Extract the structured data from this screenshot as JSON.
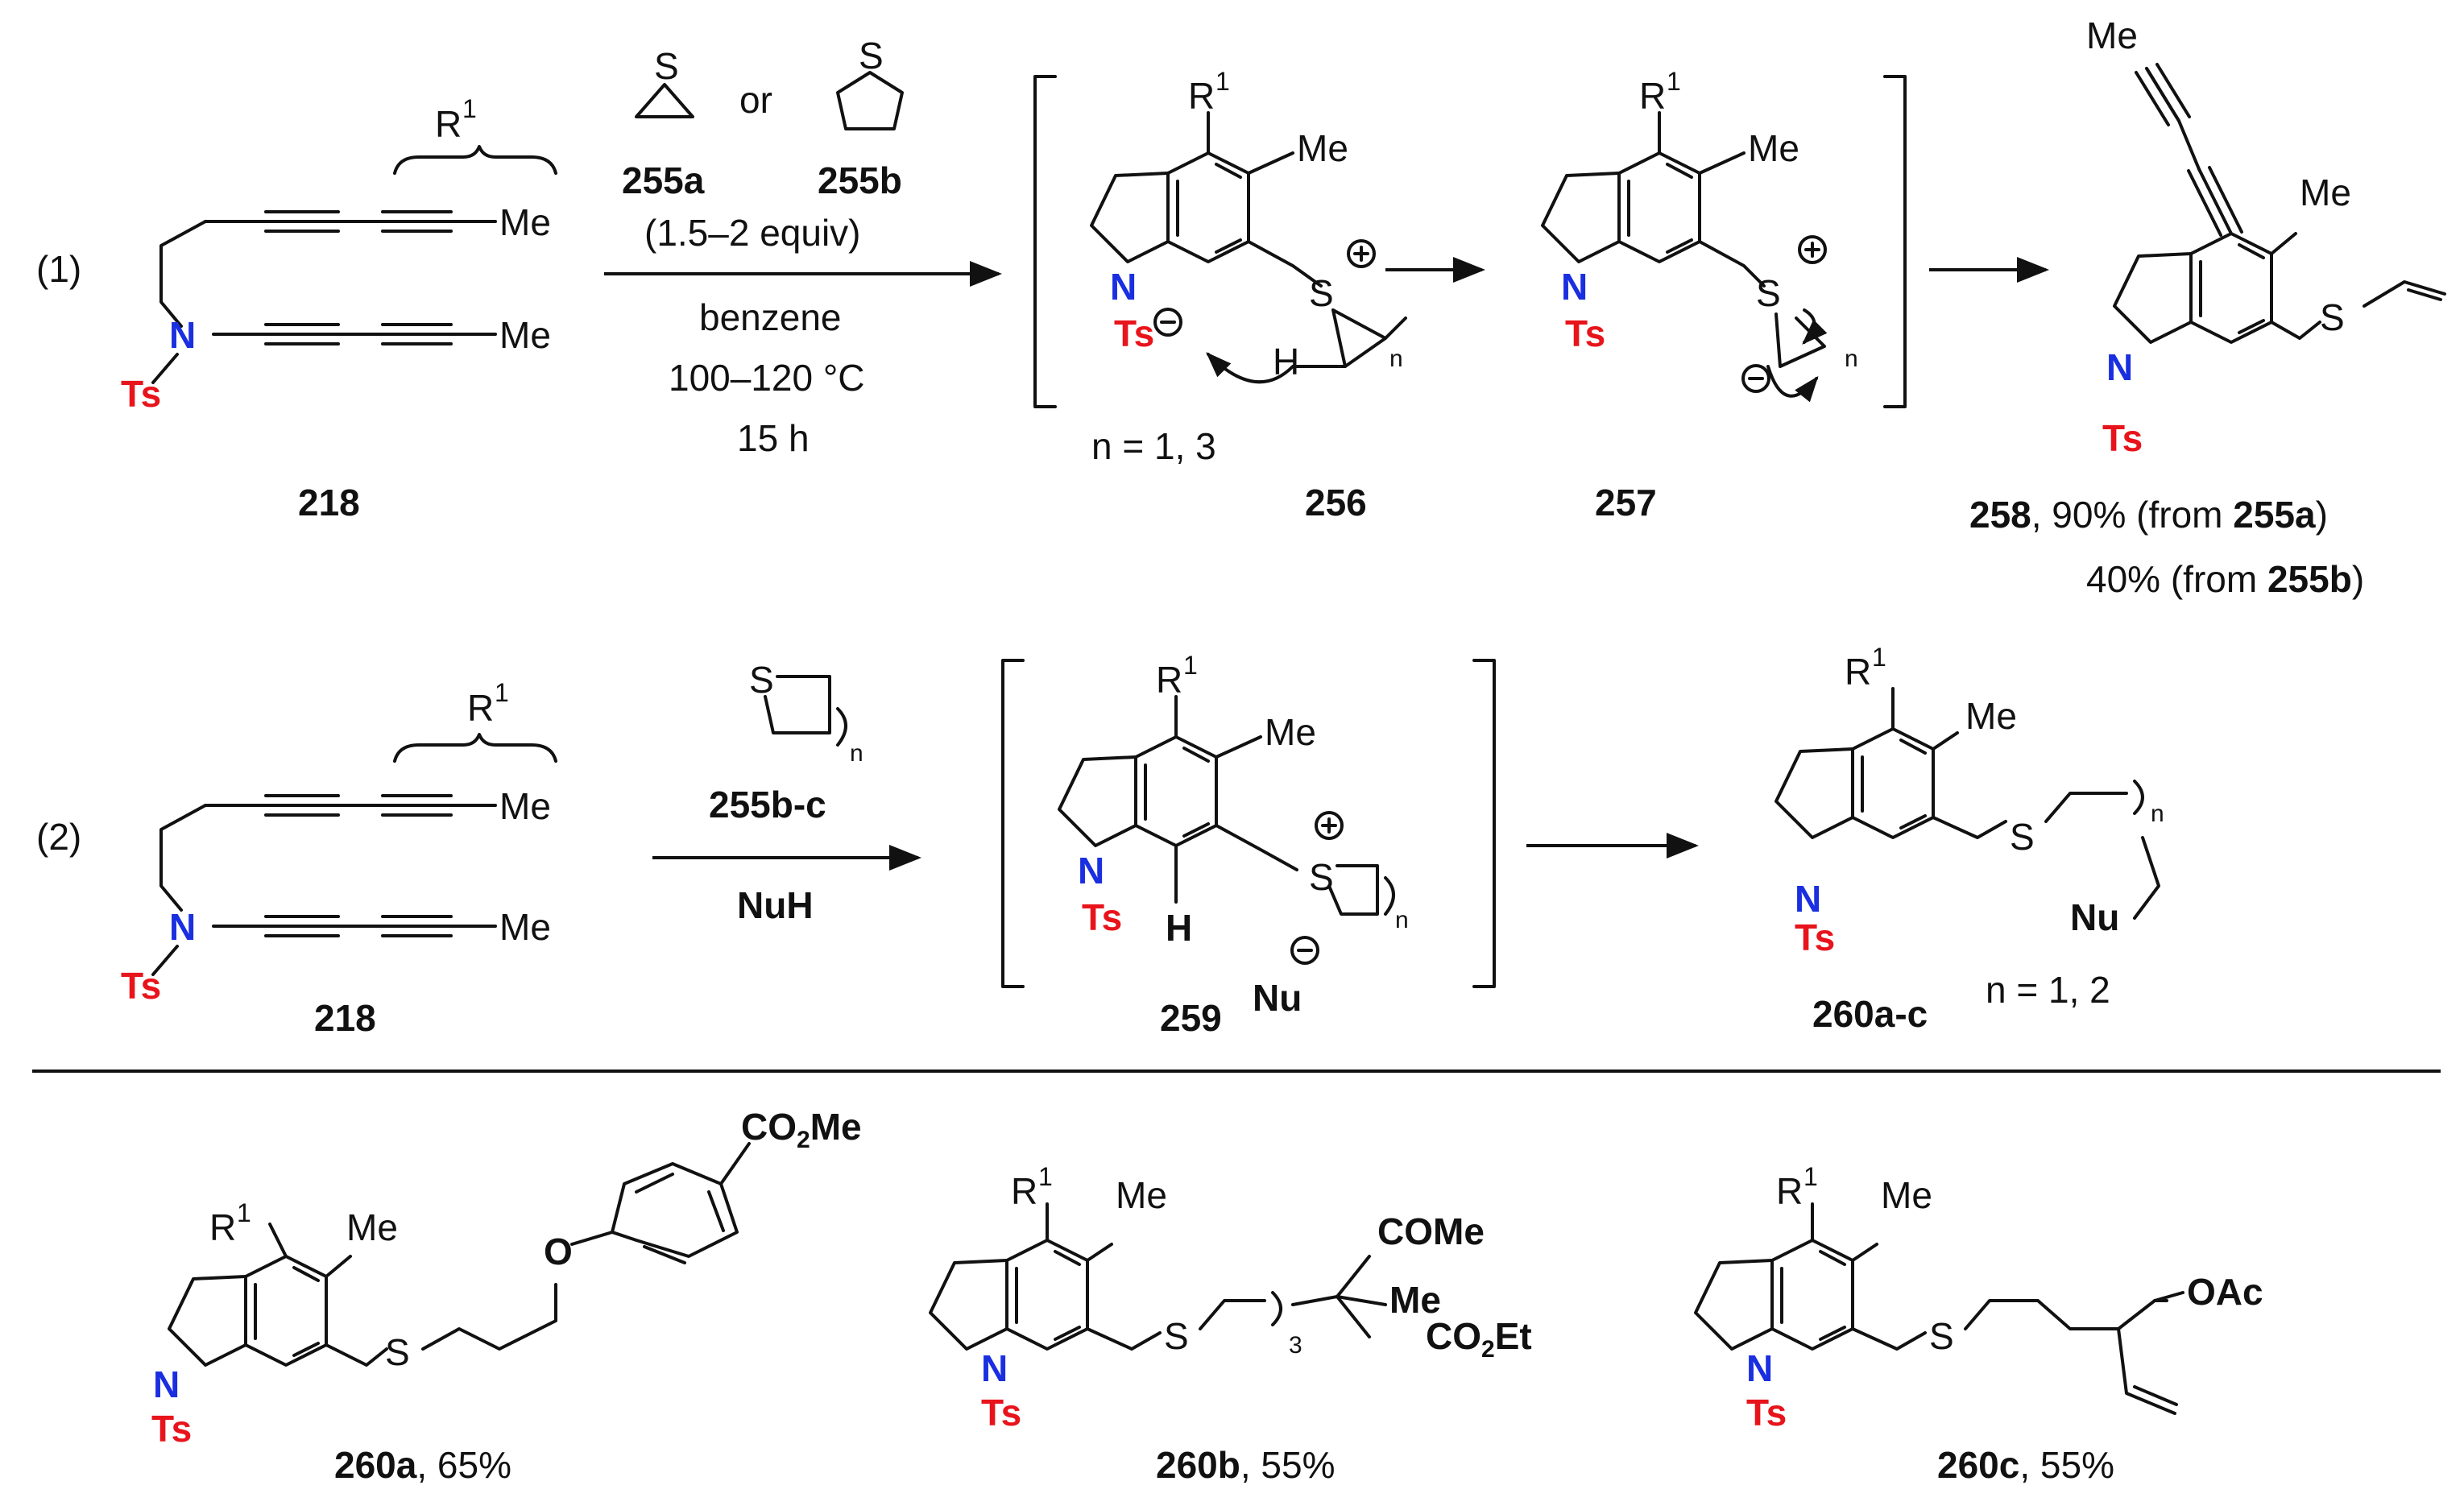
{
  "labels": {
    "eq1": "(1)",
    "eq2": "(2)",
    "r1": "R",
    "r1_sup": "1",
    "me": "Me",
    "n": "N",
    "ts": "Ts",
    "s": "S",
    "h": "H",
    "nu": "Nu",
    "or": "or",
    "n_sub": "n",
    "plus": "+",
    "minus": "−",
    "co2me": "CO",
    "co2me_sub": "2",
    "co2me_tail": "Me",
    "co2et": "CO",
    "co2et_sub": "2",
    "co2et_tail": "Et",
    "come": "COMe",
    "oac": "OAc",
    "o": "O",
    "three": "3"
  },
  "reaction1": {
    "substrate": "218",
    "reagent_a": "255a",
    "reagent_b": "255b",
    "equiv": "(1.5–2 equiv)",
    "solvent": "benzene",
    "temperature": "100–120 °C",
    "time": "15 h",
    "n_values": "n = 1, 3",
    "intermediate1": "256",
    "intermediate2": "257",
    "product": "258",
    "yield_a": ", 90% (from ",
    "yield_a_src": "255a",
    "yield_b": "40% (from ",
    "yield_b_src": "255b"
  },
  "reaction2": {
    "substrate": "218",
    "reagent": "255b-c",
    "nucleophile": "NuH",
    "intermediate": "259",
    "product": "260a-c",
    "n_values": "n = 1, 2"
  },
  "products": [
    {
      "id": "260a",
      "yield": ", 65%"
    },
    {
      "id": "260b",
      "yield": ", 55%"
    },
    {
      "id": "260c",
      "yield": ", 55%"
    }
  ],
  "colors": {
    "nitrogen": "#1a2fe0",
    "tosyl": "#e8141b",
    "ink": "#111111"
  }
}
